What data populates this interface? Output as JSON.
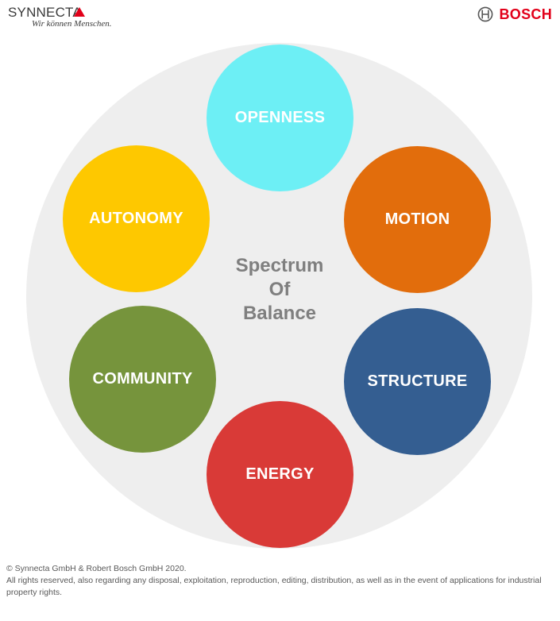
{
  "header": {
    "synnecta_name": "SYNNECTA",
    "synnecta_tagline": "Wir können Menschen.",
    "bosch_name": "BOSCH"
  },
  "diagram": {
    "center_lines": [
      "Spectrum",
      "Of",
      "Balance"
    ],
    "nodes": [
      {
        "label": "OPENNESS",
        "color": "#6deff5"
      },
      {
        "label": "MOTION",
        "color": "#e26d0c"
      },
      {
        "label": "STRUCTURE",
        "color": "#345e91"
      },
      {
        "label": "ENERGY",
        "color": "#d93a37"
      },
      {
        "label": "COMMUNITY",
        "color": "#76943c"
      },
      {
        "label": "AUTONOMY",
        "color": "#fec800"
      }
    ],
    "background_color": "#eeeeee"
  },
  "footer": {
    "line1": "© Synnecta GmbH & Robert Bosch GmbH 2020.",
    "line2": " All rights reserved, also regarding any disposal, exploitation, reproduction, editing, distribution, as well as in the event of applications for industrial property rights."
  }
}
